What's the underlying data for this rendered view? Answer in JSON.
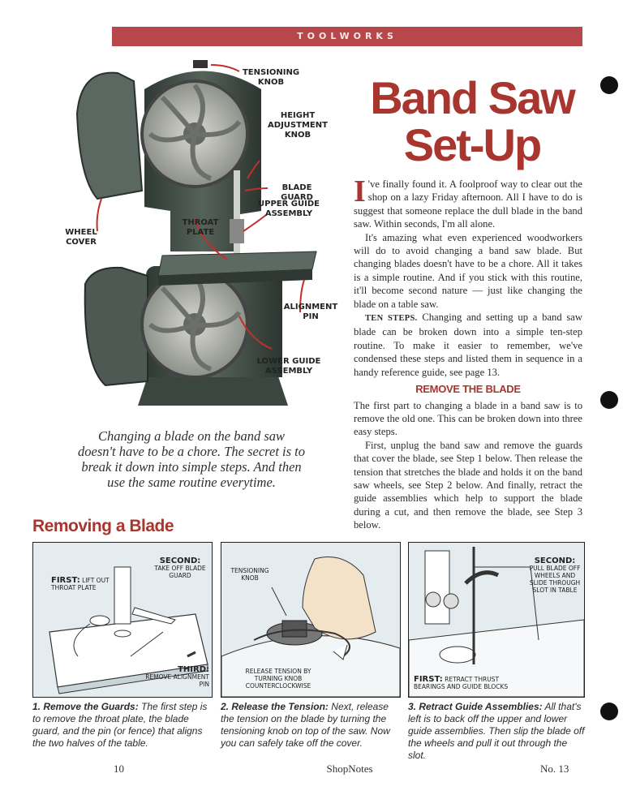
{
  "header": {
    "section": "TOOLWORKS"
  },
  "title": {
    "line1": "Band Saw",
    "line2": "Set-Up"
  },
  "photo_labels": {
    "tensioning_knob": "TENSIONING KNOB",
    "height_adjustment_knob": "HEIGHT ADJUSTMENT KNOB",
    "blade_guard": "BLADE GUARD",
    "upper_guide_assembly": "UPPER GUIDE ASSEMBLY",
    "throat_plate": "THROAT PLATE",
    "wheel_cover": "WHEEL COVER",
    "alignment_pin": "ALIGNMENT PIN",
    "lower_guide_assembly": "LOWER GUIDE ASSEMBLY"
  },
  "photo_caption": "Changing a blade on the band saw doesn't have to be a chore. The secret is to break it down into simple steps. And then use the same routine everytime.",
  "article": {
    "dropcap": "I",
    "p1": "'ve finally found it. A foolproof way to clear out the shop on a lazy Friday afternoon. All I have to do is suggest that someone replace the dull blade in the band saw. Within seconds, I'm all alone.",
    "p2": "It's amazing what even experienced woodworkers will do to avoid changing a band saw blade. But changing blades doesn't have to be a chore. All it takes is a simple routine. And if you stick with this routine, it'll become second nature — just like changing the blade on a table saw.",
    "p3_lead": "TEN STEPS.",
    "p3": " Changing and setting up a band saw blade can be broken down into a simple ten-step routine. To make it easier to remember, we've condensed these steps and listed them in sequence in a handy reference guide, see page 13.",
    "subhead": "REMOVE THE BLADE",
    "p4": "The first part to changing a blade in a band saw is to remove the old one. This can be broken down into three easy steps.",
    "p5": "First, unplug the band saw and remove the guards that cover the blade, see Step 1 below. Then release the tension that stretches the blade and holds it on the band saw wheels, see Step 2 below. And finally, retract the guide assemblies which help to support the blade during a cut, and then remove the blade, see Step 3 below."
  },
  "section_title": "Removing a Blade",
  "panels": [
    {
      "labels": {
        "second_head": "SECOND:",
        "second_text": "TAKE OFF BLADE GUARD",
        "first_head": "FIRST:",
        "first_text": "LIFT OUT THROAT PLATE",
        "third_head": "THIRD:",
        "third_text": "REMOVE ALIGNMENT PIN"
      },
      "caption_title": "1. Remove the Guards:",
      "caption_text": " The first step is to remove the throat plate, the blade guard, and the pin (or fence) that aligns the two halves of the table."
    },
    {
      "labels": {
        "knob": "TENSIONING KNOB",
        "release": "RELEASE TENSION BY TURNING KNOB COUNTERCLOCKWISE"
      },
      "caption_title": "2. Release the Tension:",
      "caption_text": " Next, release the tension on the blade by turning the tensioning knob on top of the saw. Now you can safely take off the cover."
    },
    {
      "labels": {
        "second_head": "SECOND:",
        "second_text": "PULL BLADE OFF WHEELS AND SLIDE THROUGH SLOT IN TABLE",
        "first_head": "FIRST:",
        "first_text": "RETRACT THRUST BEARINGS AND GUIDE BLOCKS"
      },
      "caption_title": "3. Retract Guide Assemblies:",
      "caption_text": " All that's left is to back off the upper and lower guide assemblies. Then slip the blade off the wheels and pull it out through the slot."
    }
  ],
  "footer": {
    "page": "10",
    "magazine": "ShopNotes",
    "issue": "No. 13"
  }
}
